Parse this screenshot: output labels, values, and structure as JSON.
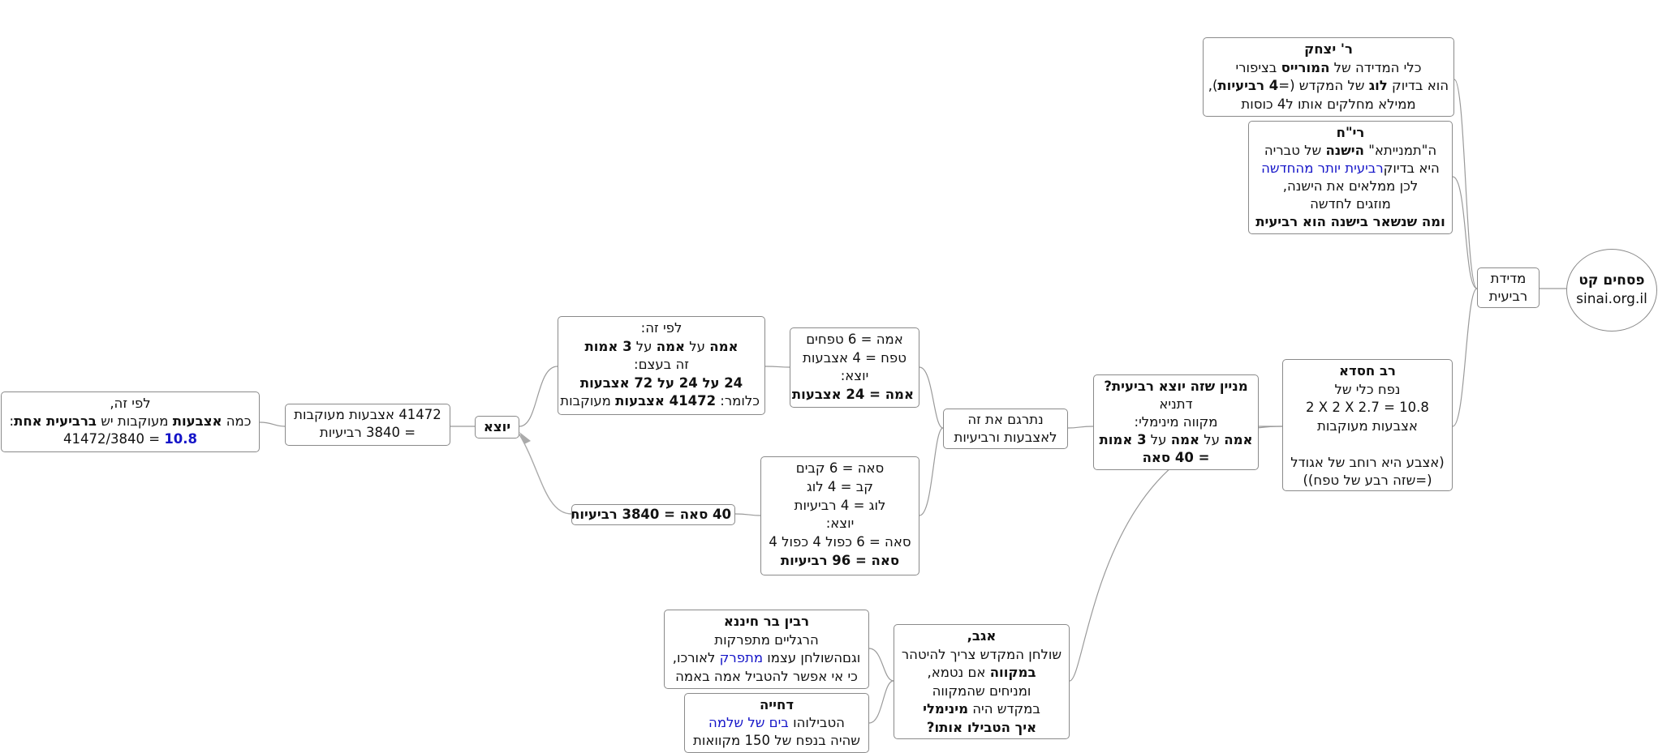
{
  "root": {
    "title": "פסחים קט",
    "site": "sinai.org.il"
  },
  "topic": {
    "label_line1": "מדידת",
    "label_line2": "רביעית"
  },
  "r_yitzchak": {
    "name": "ר' יצחק",
    "l1_a": "כלי המדידה של ",
    "l1_b": "המורייס",
    "l1_c": " בציפורי",
    "l2_a": "הוא בדיוק ",
    "l2_b": "לוג",
    "l2_c": " של המקדש (=",
    "l2_d": "4 רביעיות",
    "l2_e": "),",
    "l3": "ממילא מחלקים אותו ל4 כוסות"
  },
  "rich": {
    "name": "רי\"ח",
    "l1_a": "ה\"תמנייתא\" ",
    "l1_b": "הישנה",
    "l1_c": " של טבריה",
    "l2_a": "היא בדיוק",
    "l2_b": "רביעית יותר מהחדשה",
    "l3": "לכן ממלאים את הישנה,",
    "l4": "מוזגים לחדשה",
    "l5": "ומה שנשאר בישנה הוא רביעית"
  },
  "rav_chisda": {
    "name": "רב חסדא",
    "l1": "נפח כלי של",
    "l2": "2 X 2 X 2.7 = 10.8",
    "l3": "אצבעות מעוקבות",
    "l4": "(אצבע היא רוחב של אגודל",
    "l5": "(=שזה רבע של טפח))"
  },
  "minyan": {
    "title": "מניין שזה יוצא רביעית?",
    "l1": "דתניא",
    "l2": "מקווה מינימלי:",
    "l3_a": "אמה",
    "l3_b": " על ",
    "l3_c": "אמה",
    "l3_d": " על ",
    "l3_e": "3 אמות",
    "l4": "= 40 סאה"
  },
  "translate": {
    "l1": "נתרגם את זה",
    "l2": "לאצבעות ורביעיות"
  },
  "amah": {
    "l1": "אמה = 6 טפחים",
    "l2": "טפח = 4 אצבעות",
    "l3": "יוצא:",
    "l4": "אמה = 24 אצבעות"
  },
  "lefi_ze": {
    "l1": "לפי זה:",
    "l2_a": "אמה",
    "l2_b": " על ",
    "l2_c": "אמה",
    "l2_d": " על ",
    "l2_e": "3 אמות",
    "l3": "זה בעצם:",
    "l4": "24 על 24 על 72 אצבעות",
    "l5_a": "כלומר: ",
    "l5_b": "41472 אצבעות",
    "l5_c": " מעוקבות"
  },
  "seah": {
    "l1": "סאה = 6 קבים",
    "l2": "קב = 4 לוג",
    "l3": "לוג = 4 רביעיות",
    "l4": "יוצא:",
    "l5": "סאה =  6 כפול 4 כפול 4",
    "l6": "סאה = 96 רביעיות"
  },
  "forty_seah": {
    "text": "40 סאה = 3840 רביעיות"
  },
  "yotze": {
    "text": "יוצא"
  },
  "ratio": {
    "l1": "41472 אצבעות מעוקבות",
    "l2": "= 3840 רביעיות"
  },
  "final": {
    "l1": "לפי זה,",
    "l2_a": "כמה ",
    "l2_b": "אצבעות",
    "l2_c": " מעוקבות יש ",
    "l2_d": "ברביעית",
    "l2_e": " ",
    "l2_f": "אחת",
    "l2_g": ":",
    "l3_a": "41472/3840 = ",
    "l3_b": "10.8"
  },
  "agav": {
    "title": "אגב,",
    "l1": "שולחן המקדש צריך להיטהר",
    "l2_a": "במקווה",
    "l2_b": " אם נטמא,",
    "l3": "ומניחים שהמקווה",
    "l4_a": "במקדש היה ",
    "l4_b": "מינימלי",
    "l5": "איך הטבילו אותו?"
  },
  "ravin": {
    "name": "רבין בר חיננא",
    "l1": "הרגליים מתפרקות",
    "l2_a": "וגםהשולחן עצמו ",
    "l2_b": "מתפרק",
    "l2_c": " לאורכו,",
    "l3": "כי אי אפשר להטביל אמה באמה"
  },
  "dachiya": {
    "name": "דחייה",
    "l1_a": "הטבילוהו ",
    "l1_b": "בים של שלמה",
    "l2": "שהיה בנפח של 150 מקוואות"
  },
  "colors": {
    "border": "#8a8a8a",
    "link": "#1515c8",
    "connector": "#9a9a9a"
  }
}
